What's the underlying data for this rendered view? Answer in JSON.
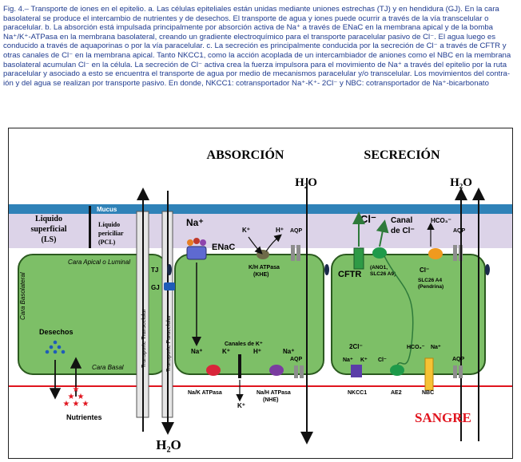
{
  "caption": "Fig. 4.– Transporte de iones en el epitelio. a. Las células epiteliales están unidas mediante uniones estrechas (TJ) y en hendidura (GJ). En la cara basolateral se produce el intercambio de nutrientes y de desechos. El transporte de agua y iones puede ocurrir a través de la vía transcelular o paracelular. b. La absorción está impulsada principalmente por absorción activa de Na⁺ a través de ENaC en la membrana apical y de la bomba Na⁺/K⁺-ATPasa en la membrana basolateral, creando un gradiente electroquímico para el transporte paracelular pasivo de Cl⁻. El agua luego es conducido a través de aquaporinas o por la vía paracelular. c. La secreción es principalmente conducida por la secreción de Cl⁻ a través de CFTR y otras canales de Cl⁻ en la membrana apical. Tanto NKCC1, como la acción acoplada de un intercambiador de aniones como el NBC en la membrana basolateral acumulan Cl⁻ en la célula. La secreción de Cl⁻ activa crea la fuerza impulsora para el movimiento de Na⁺ a través del epitelio por la ruta paracelular y asociado a esto se encuentra el transporte de agua por medio de mecanismos paracelular y/o transcelular. Los movimientos del contra-ión y del agua se realizan por transporte pasivo. En donde, NKCC1: cotransportador Na⁺-K⁺- 2Cl⁻ y NBC: cotransportador de Na⁺-bicarbonato",
  "labels": {
    "absorcion": "ABSORCIÓN",
    "secrecion": "SECRECIÓN",
    "h2o_main": "H₂O",
    "h2o_sec": "H₂O",
    "h2o_bottom": "H₂O",
    "mucus": "Mucus",
    "liquido_superficial": "Liquido superficial (LS)",
    "liquido_periciliar": "Líquido periciliar (PCL)",
    "cara_apical": "Cara Apical o Luminal",
    "cara_basolateral": "Cara Basolateral",
    "cara_basal": "Cara Basal",
    "desechos": "Desechos",
    "nutrientes": "Nutrientes",
    "tj": "TJ",
    "gj": "GJ",
    "transporte_transcelular": "Transporte Transcelular",
    "transporte_paracelular": "Transporte Paracelular",
    "na_plus": "Na⁺",
    "enac": "ENaC",
    "k_plus_top": "K⁺",
    "h_plus_top": "H⁺",
    "khatpasa": "K/H ATPasa (KHE)",
    "aqp1": "AQP",
    "na_left": "Na⁺",
    "k_left": "K⁺",
    "canales_k": "Canales de K⁺",
    "h_mid": "H⁺",
    "na_mid": "Na⁺",
    "aqp2": "AQP",
    "nakatpasa": "Na/K ATPasa",
    "k_out": "K⁺",
    "nhatpasa": "Na/H ATPasa (NHE)",
    "cl_minus": "Cl⁻",
    "canal_cl": "Canal de Cl⁻",
    "hco3_top": "HCO₃⁻",
    "aqp3": "AQP",
    "cftr": "CFTR",
    "ano1": "(ANO1, SLC26 A9)",
    "cl_pendrina": "Cl⁻",
    "slc26a4": "SLC26 A4 (Pendrina)",
    "two_cl": "2Cl⁻",
    "na_nkcc": "Na⁺",
    "k_nkcc": "K⁺",
    "cl_ae2": "Cl⁻",
    "hco3_nbc": "HCO₃⁻",
    "na_nbc": "Na⁺",
    "aqp4": "AQP",
    "nkcc1": "NKCC1",
    "ae2": "AE2",
    "nbc": "NBC",
    "sangre": "SANGRE"
  },
  "colors": {
    "cell_fill": "#7dbf67",
    "cell_border": "#2b5a1f",
    "mucus": "#2f82b8",
    "periciliar": "#dcd3e8",
    "blood_line": "#e0141e",
    "caption_text": "#1f3b8f",
    "sangre_text": "#e0141e",
    "cftr": "#2e9a46",
    "pendrina": "#f09a1e",
    "nkcc1": "#5b3ea8",
    "ae2": "#1e9a4a",
    "nbc": "#f6c234",
    "nakatpasa": "#d9263a",
    "nhe": "#7a3ca0",
    "khe": "#6e6a48",
    "aqp": "#8d8d8d",
    "gj": "#1f5cb8",
    "tj": "#1a2a4a"
  },
  "icons": [
    "enac-channel-icon",
    "tight-junction-icon",
    "gap-junction-icon",
    "aquaporin-icon",
    "waste-dots-icon",
    "nutrient-stars-icon"
  ]
}
